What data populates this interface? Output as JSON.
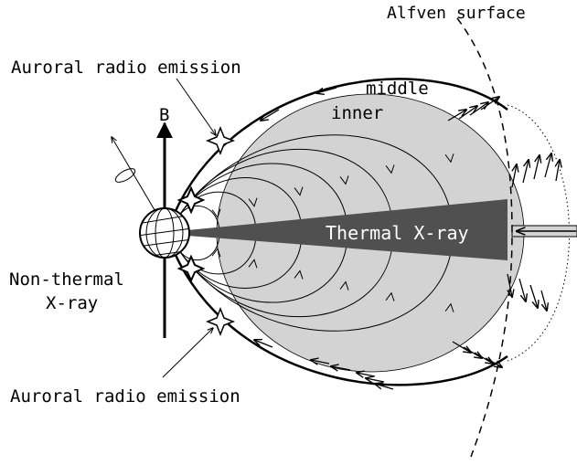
{
  "labels": {
    "alfven_surface": "Alfven surface",
    "auroral_top": "Auroral radio emission",
    "auroral_bottom": "Auroral radio emission",
    "middle": "middle",
    "inner": "inner",
    "b_field": "B",
    "thermal_xray": "Thermal X-ray",
    "nonthermal_line1": "Non-thermal",
    "nonthermal_line2": "X-ray"
  },
  "colors": {
    "inner_region": "#d3d3d3",
    "thermal_wedge": "#505050",
    "line": "#000000",
    "background": "#ffffff"
  }
}
